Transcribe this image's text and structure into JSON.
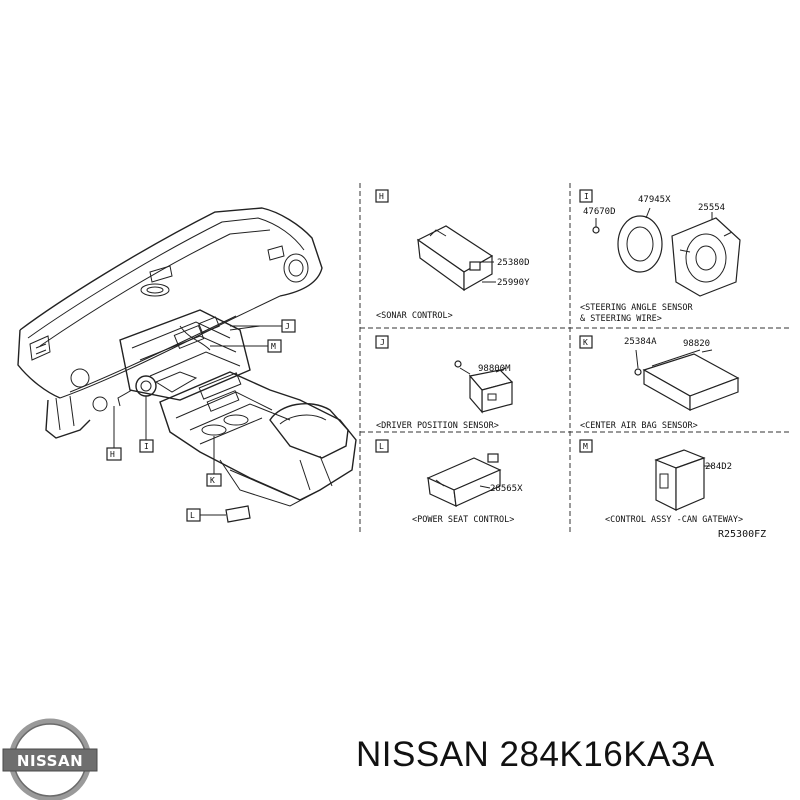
{
  "callouts": {
    "h": "H",
    "i": "I",
    "j": "J",
    "k": "K",
    "l": "L",
    "m": "M"
  },
  "panels": {
    "h": {
      "letter": "H",
      "parts": [
        "25380D",
        "25990Y"
      ],
      "caption": "<SONAR CONTROL>"
    },
    "i": {
      "letter": "I",
      "parts": [
        "47670D",
        "47945X",
        "25554"
      ],
      "caption_line1": "<STEERING ANGLE SENSOR",
      "caption_line2": "& STEERING WIRE>"
    },
    "j": {
      "letter": "J",
      "parts": [
        "98800M"
      ],
      "caption": "<DRIVER POSITION SENSOR>"
    },
    "k": {
      "letter": "K",
      "parts": [
        "25384A",
        "98820"
      ],
      "caption": "<CENTER AIR BAG SENSOR>"
    },
    "l": {
      "letter": "L",
      "parts": [
        "28565X"
      ],
      "caption": "<POWER SEAT CONTROL>"
    },
    "m": {
      "letter": "M",
      "parts": [
        "284D2"
      ],
      "caption": "<CONTROL ASSY -CAN GATEWAY>"
    }
  },
  "reference_code": "R25300FZ",
  "logo": {
    "text": "NISSAN"
  },
  "part_number": "NISSAN 284K16KA3A"
}
